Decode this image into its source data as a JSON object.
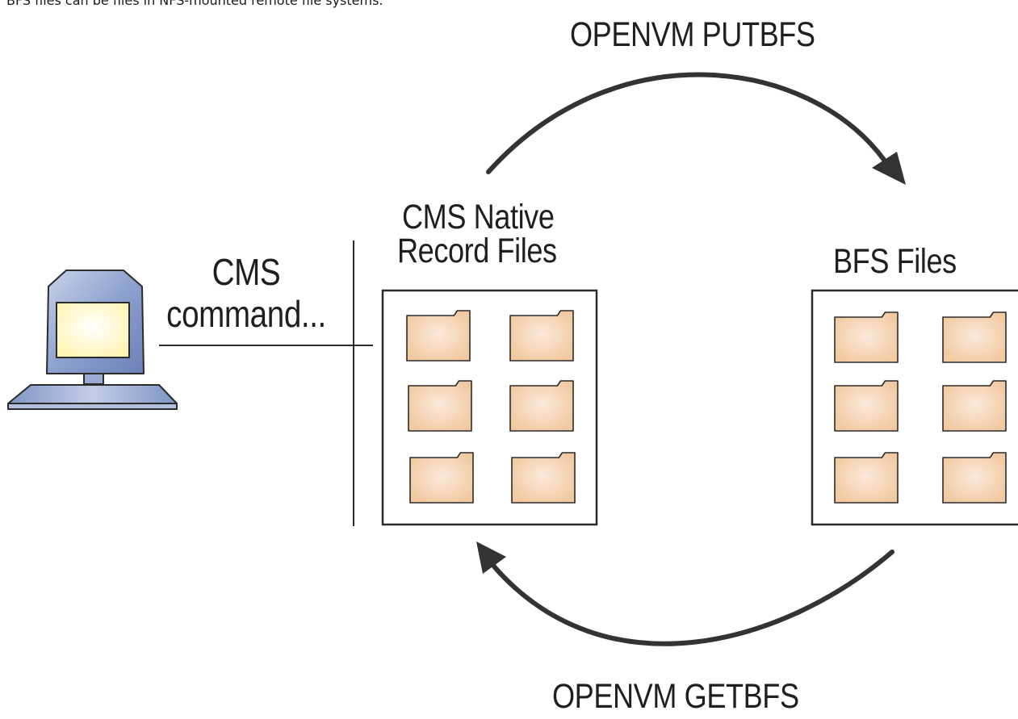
{
  "caption": "BFS files can be files in NFS-mounted remote file systems.",
  "diagram": {
    "arrow_top_label": "OPENVM PUTBFS",
    "arrow_bottom_label": "OPENVM GETBFS",
    "native_files_title_line1": "CMS Native",
    "native_files_title_line2": "Record Files",
    "bfs_files_title": "BFS Files",
    "cms_label_line1": "CMS",
    "cms_label_line2": "command..."
  },
  "colors": {
    "folder_fill": "#f2c9a0",
    "folder_highlight": "#fbe9dc",
    "monitor_frame": "#7f95c4",
    "monitor_screen": "#fff3b0",
    "stroke": "#2b2b2b"
  },
  "icons": [
    "computer-icon",
    "folder-icon",
    "curved-arrow-icon"
  ]
}
